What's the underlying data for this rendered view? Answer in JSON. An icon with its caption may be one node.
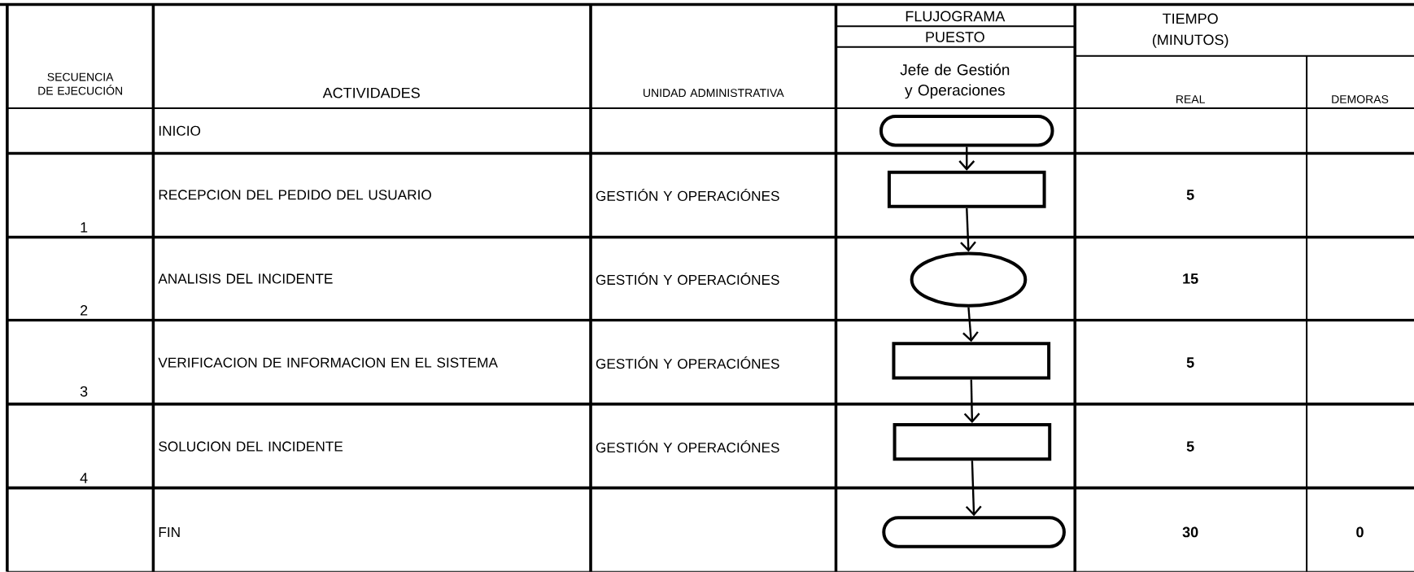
{
  "diagram": {
    "nodes": [
      {
        "text": [],
        "shape": "terminal"
      },
      {
        "text": [],
        "shape": "box"
      },
      {
        "text": [],
        "shape": "ellipse"
      },
      {
        "text": [],
        "shape": "box"
      },
      {
        "text": [],
        "shape": "box"
      },
      {
        "text": [],
        "shape": "terminal"
      }
    ],
    "edges": [
      {
        "from": 0,
        "to": 1,
        "arrow": "to"
      },
      {
        "from": 1,
        "to": 2,
        "arrow": "to"
      },
      {
        "from": 2,
        "to": 3,
        "arrow": "to"
      },
      {
        "from": 3,
        "to": 4,
        "arrow": "to"
      },
      {
        "from": 4,
        "to": 5,
        "arrow": "to"
      }
    ],
    "labels": [
      "SECUENCIA DE EJECUCIÓN",
      "ACTIVIDADES",
      "UNIDAD ADMINISTRATIVA",
      "FLUJOGRAMA",
      "PUESTO",
      "Jefe de Gestión y Operaciones",
      "TIEMPO (MINUTOS)",
      "REAL",
      "DEMORAS",
      "INICIO",
      "1",
      "RECEPCION DEL PEDIDO DEL USUARIO",
      "GESTIÓN Y OPERACIÓNES",
      "5",
      "2",
      "ANALISIS DEL INCIDENTE",
      "GESTIÓN Y OPERACIÓNES",
      "15",
      "3",
      "VERIFICACION DE INFORMACION EN EL SISTEMA",
      "GESTIÓN Y OPERACIÓNES",
      "5",
      "4",
      "SOLUCION DEL INCIDENTE",
      "GESTIÓN Y OPERACIÓNES",
      "5",
      "FIN",
      "30",
      "0"
    ]
  }
}
